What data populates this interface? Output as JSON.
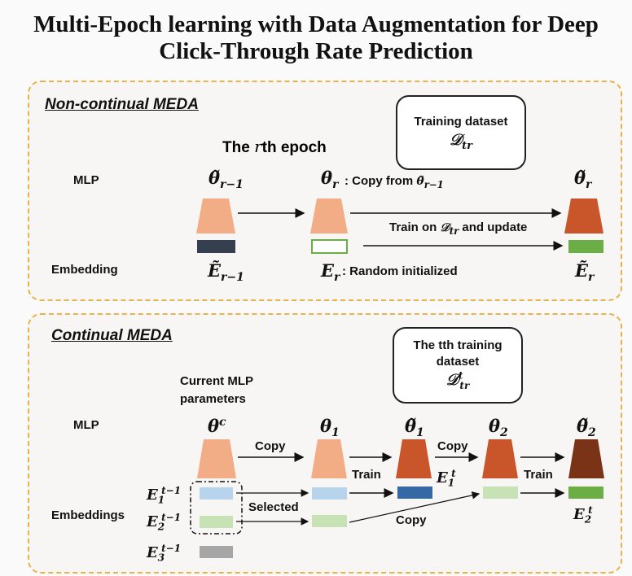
{
  "title": {
    "line1": "Multi-Epoch learning with Data Augmentation for Deep",
    "line2": "Click-Through Rate Prediction"
  },
  "noncontinual": {
    "section_title": "Non-continual MEDA",
    "epoch_label": "The rth epoch",
    "dataset_box": {
      "line1": "Training dataset",
      "symbol": "𝒟tr"
    },
    "mlp_label": "MLP",
    "embedding_label": "Embedding",
    "theta_prev": "θ̃r−1",
    "theta_r": "θr",
    "copy_from": ": Copy from θ̃r−1",
    "theta_out": "θ̃r",
    "train_label": "Train on 𝒟tr and update",
    "emb_prev": "Ẽr−1",
    "emb_r": "Er",
    "random_init": ": Random initialized",
    "emb_out": "Ẽr"
  },
  "continual": {
    "section_title": "Continual MEDA",
    "dataset_box": {
      "line1": "The tth training",
      "line2": "dataset",
      "symbol": "𝒟trt"
    },
    "current_mlp": {
      "line1": "Current MLP",
      "line2": "parameters"
    },
    "mlp_label": "MLP",
    "embeddings_label": "Embeddings",
    "theta_c": "θc",
    "theta_1": "θ1",
    "theta_1_tilde": "θ̃1",
    "theta_2": "θ2",
    "theta_2_tilde": "θ̃2",
    "copy1": "Copy",
    "copy2": "Copy",
    "copy3": "Copy",
    "train1": "Train",
    "train2": "Train",
    "selected": "Selected",
    "e1_prev": "E1t−1",
    "e2_prev": "E2t−1",
    "e3_prev": "E3t−1",
    "e1_t": "E1t",
    "e2_t": "E2t"
  },
  "colors": {
    "panel_border": "#e8b449",
    "mlp_light": "#f2ad86",
    "mlp_dark": "#c9562a",
    "mlp_darker": "#7b3317",
    "emb_navy": "#353f4f",
    "emb_green": "#6aae45",
    "emb_lightblue": "#b8d4ec",
    "emb_lightgreen": "#c7e2b4",
    "emb_blue": "#3469a6",
    "emb_gray": "#a6a6a6"
  }
}
